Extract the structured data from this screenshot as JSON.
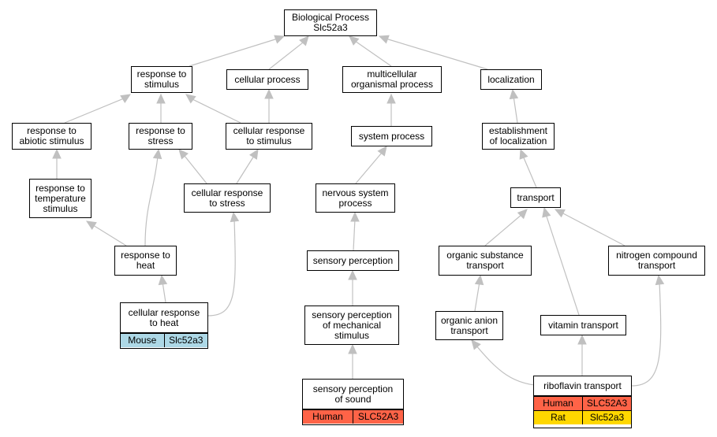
{
  "colors": {
    "edge": "#c0c0c0",
    "mouse": "#add8e6",
    "human": "#ff6347",
    "rat": "#ffd700"
  },
  "nodes": {
    "bp": "Biological Process\nSlc52a3",
    "response_to_stimulus": "response to\nstimulus",
    "cellular_process": "cellular process",
    "multicellular": "multicellular\norganismal process",
    "localization": "localization",
    "abiotic": "response to\nabiotic stimulus",
    "stress": "response to\nstress",
    "cell_resp_stimulus": "cellular response\nto stimulus",
    "system_process": "system process",
    "establishment": "establishment\nof localization",
    "temperature": "response to\ntemperature\nstimulus",
    "cell_resp_stress": "cellular response\nto stress",
    "nervous": "nervous system\nprocess",
    "transport": "transport",
    "heat": "response to\nheat",
    "sensory_perception": "sensory perception",
    "organic_substance": "organic substance\ntransport",
    "nitrogen": "nitrogen compound\ntransport",
    "mechanical": "sensory perception\nof mechanical\nstimulus",
    "organic_anion": "organic anion\ntransport",
    "vitamin": "vitamin transport"
  },
  "gene_nodes": {
    "cell_resp_heat": {
      "title": "cellular response\nto heat",
      "rows": [
        {
          "species": "Mouse",
          "gene": "Slc52a3",
          "color": "#add8e6"
        }
      ]
    },
    "sound": {
      "title": "sensory perception\nof sound",
      "rows": [
        {
          "species": "Human",
          "gene": "SLC52A3",
          "color": "#ff6347"
        }
      ]
    },
    "riboflavin": {
      "title": "riboflavin transport",
      "rows": [
        {
          "species": "Human",
          "gene": "SLC52A3",
          "color": "#ff6347"
        },
        {
          "species": "Rat",
          "gene": "Slc52a3",
          "color": "#ffd700"
        }
      ]
    }
  }
}
